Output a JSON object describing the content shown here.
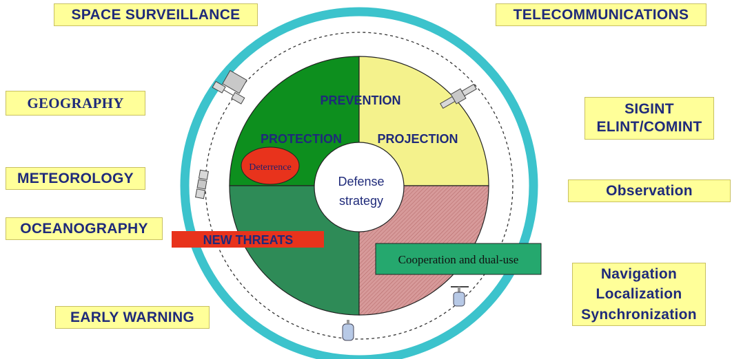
{
  "outer_labels": {
    "space_surveillance": "SPACE SURVEILLANCE",
    "telecommunications": "TELECOMMUNICATIONS",
    "geography": "GEOGRAPHY",
    "sigint_line1": "SIGINT",
    "sigint_line2": "ELINT/COMINT",
    "meteorology": "METEOROLOGY",
    "observation": "Observation",
    "oceanography": "OCEANOGRAPHY",
    "navigation_line1": "Navigation",
    "navigation_line2": "Localization",
    "navigation_line3": "Synchronization",
    "early_warning": "EARLY WARNING"
  },
  "center": {
    "prevention": "PREVENTION",
    "protection": "PROTECTION",
    "projection": "PROJECTION",
    "deterrence": "Deterrence",
    "defense_line1": "Defense",
    "defense_line2": "strategy",
    "new_threats": "NEW THREATS",
    "cooperation": "Cooperation and dual-use"
  },
  "colors": {
    "ring": "#3cc3cc",
    "top_left": "#0d8f1e",
    "top_right": "#f4f28c",
    "bottom_left": "#2e8b57",
    "bottom_right": "#d79a9a",
    "label_bg": "#ffff99",
    "label_text": "#1f2a7a",
    "deterrence": "#e8331c",
    "new_threats": "#e8331c",
    "cooperation": "#25a86e"
  },
  "icons": [
    "satellite-icon",
    "satellite-icon",
    "satellite-icon",
    "satellite-icon",
    "satellite-icon"
  ]
}
